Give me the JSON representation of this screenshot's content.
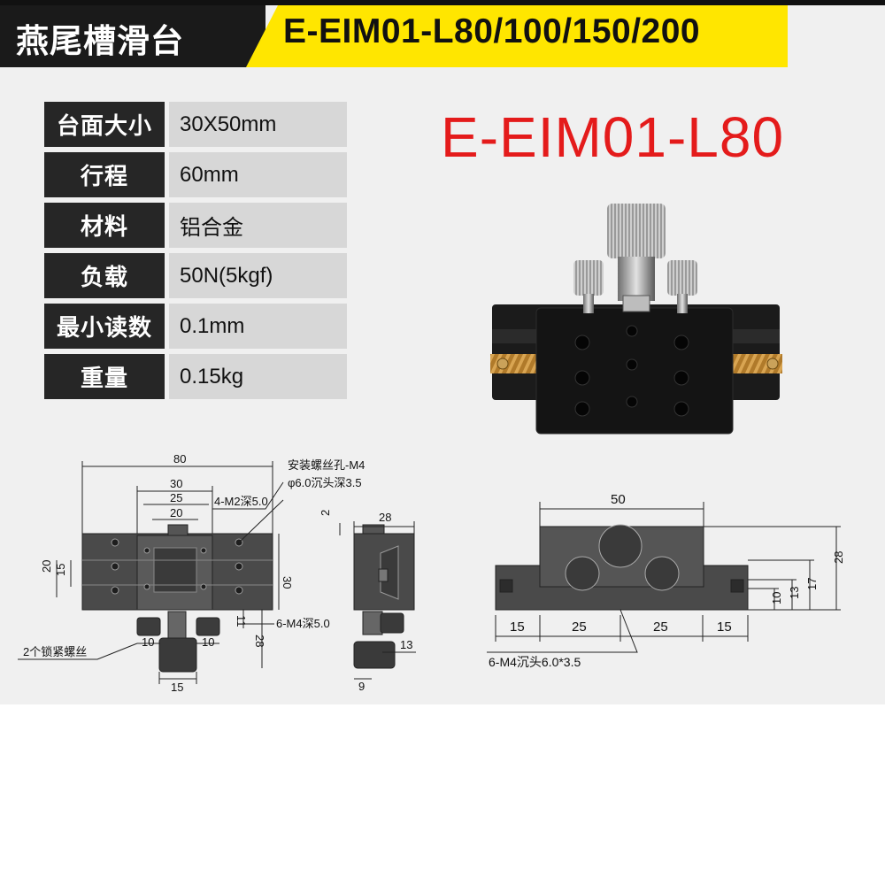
{
  "header": {
    "title": "燕尾槽滑台",
    "model_range": "E-EIM01-L80/100/150/200"
  },
  "specs": [
    {
      "label": "台面大小",
      "value": "30X50mm"
    },
    {
      "label": "行程",
      "value": "60mm"
    },
    {
      "label": "材料",
      "value": "铝合金"
    },
    {
      "label": "负载",
      "value": "50N(5kgf)"
    },
    {
      "label": "最小读数",
      "value": "0.1mm"
    },
    {
      "label": "重量",
      "value": "0.15kg"
    }
  ],
  "model_name": "E-EIM01-L80",
  "colors": {
    "header_bg": "#1a1a1a",
    "header_accent": "#ffe600",
    "model_red": "#e41b1b",
    "label_bg": "#262626",
    "value_bg": "#d7d7d7"
  },
  "drawing": {
    "top_view": {
      "dims": {
        "w80": "80",
        "w30": "30",
        "w25": "25",
        "w20": "20",
        "h20": "20",
        "h15": "15",
        "h30": "30",
        "h11": "11",
        "h28": "28",
        "b10a": "10",
        "b10b": "10",
        "b15": "15"
      },
      "callouts": {
        "mount_hole": "安装螺丝孔-M4",
        "counterbore": "φ6.0沉头深3.5",
        "m2_holes": "4-M2深5.0",
        "m4_holes": "6-M4深5.0",
        "lock_screws": "2个锁紧螺丝"
      }
    },
    "side_view": {
      "dims": {
        "w28": "28",
        "h2": "2",
        "w13": "13",
        "w9": "9"
      }
    },
    "front_view": {
      "dims": {
        "w50": "50",
        "h28": "28",
        "h17": "17",
        "h13": "13",
        "h10": "10",
        "p15a": "15",
        "p25a": "25",
        "p25b": "25",
        "p15b": "15"
      },
      "callout": "6-M4沉头6.0*3.5"
    }
  }
}
